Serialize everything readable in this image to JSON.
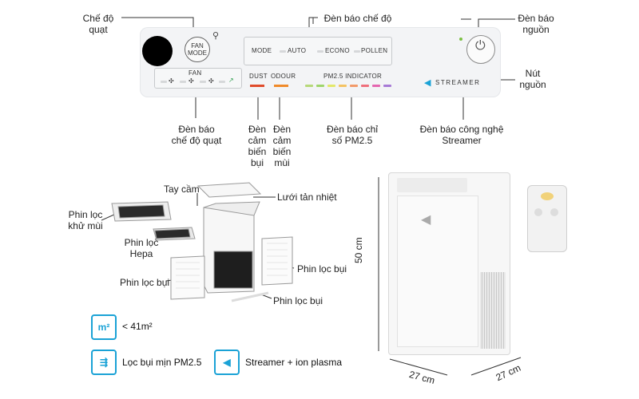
{
  "panel": {
    "fan_mode_button": "FAN MODE",
    "mode_label": "MODE",
    "modes": [
      "AUTO",
      "ECONO",
      "POLLEN"
    ],
    "fan_label": "FAN",
    "dust_label": "DUST",
    "odour_label": "ODOUR",
    "pm25_label": "PM2.5  INDICATOR",
    "streamer_label": "STREAMER",
    "pm25_colors": [
      "#b7d97a",
      "#9fd56b",
      "#e3e86a",
      "#f4c363",
      "#f29a6a",
      "#ef6f7b",
      "#e466b0",
      "#a77ad6"
    ],
    "dust_color": "#e04c2b",
    "odour_color": "#f08a2a",
    "streamer_color": "#1aa2d6"
  },
  "callouts": {
    "fan_mode": "Chế độ quạt",
    "mode_indicator": "Đèn báo chế độ",
    "power_indicator": "Đèn báo nguồn",
    "power_button": "Nút nguồn",
    "fan_mode_indicator": "Đèn báo chế độ quạt",
    "dust_sensor": "Đèn cảm biến bụi",
    "odour_sensor": "Đèn cảm biến mùi",
    "pm25_indicator": "Đèn báo chỉ số PM2.5",
    "streamer_indicator": "Đèn báo công nghệ Streamer"
  },
  "parts": {
    "handle": "Tay cầm",
    "heat_grid": "Lưới tản nhiệt",
    "deodorizing_filter": "Phin lọc khử mùi",
    "hepa_filter": "Phin lọc Hepa",
    "dust_filter_left": "Phin lọc bụi",
    "dust_filter_right": "Phin lọc bụi",
    "dust_filter_bottom": "Phin lọc bụi"
  },
  "features": {
    "area": "< 41m²",
    "area_icon": "m²",
    "pm25": "Lọc bụi mịn PM2.5",
    "streamer": "Streamer + ion plasma"
  },
  "dimensions": {
    "height": "50 cm",
    "width": "27 cm",
    "depth": "27 cm"
  }
}
